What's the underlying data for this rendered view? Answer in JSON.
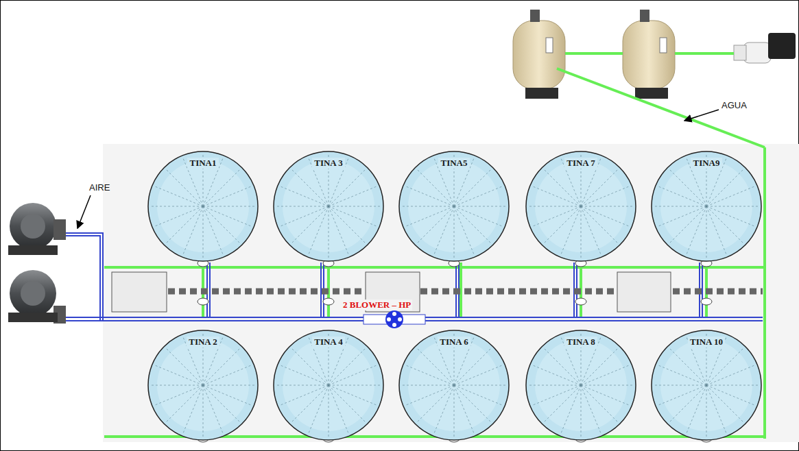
{
  "diagram": {
    "nodes": [
      {
        "text": [
          "TINA1"
        ]
      },
      {
        "text": [
          "TINA 3"
        ]
      },
      {
        "text": [
          "TINA5"
        ]
      },
      {
        "text": [
          "TINA 7"
        ]
      },
      {
        "text": [
          "TINA9"
        ]
      },
      {
        "text": [
          "TINA 2"
        ]
      },
      {
        "text": [
          "TINA 4"
        ]
      },
      {
        "text": [
          "TINA 6"
        ]
      },
      {
        "text": [
          "TINA 8"
        ]
      },
      {
        "text": [
          "TINA 10"
        ]
      }
    ],
    "labels": [
      "AIRE",
      "AGUA",
      "2 BLOWER – HP"
    ]
  }
}
